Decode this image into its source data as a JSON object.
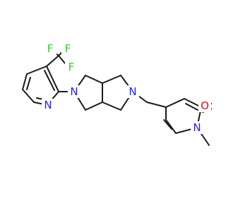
{
  "molecule": {
    "atoms": {
      "F1": "F",
      "F2": "F",
      "F3": "F",
      "N_pyridine": "N",
      "N_pyrrolidine_left": "N",
      "N_pyrrolidine_right": "N",
      "N_pyridone": "N",
      "O_carbonyl": "O"
    },
    "colors": {
      "bond": "#1a1a1a",
      "fluorine": "#33cc33",
      "nitrogen": "#2020ff",
      "oxygen": "#ff0000"
    }
  }
}
